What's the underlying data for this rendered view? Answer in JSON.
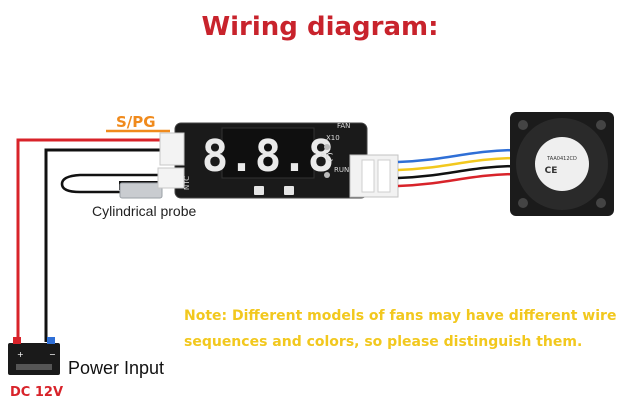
{
  "title": "Wiring diagram:",
  "labels": {
    "spg": "S/PG",
    "probe": "Cylindrical probe",
    "power_input": "Power Input",
    "dc": "DC 12V",
    "ntc": "NTC",
    "fan": "FAN",
    "run": "RUN",
    "x10": "X10",
    "display": "8.8.8",
    "celsius": "°C",
    "fan_text_1": "TAA0412CD",
    "fan_text_2": "CE"
  },
  "note": {
    "line1": "Note: Different models of fans may have different wire",
    "line2": "sequences and colors, so please distinguish them."
  },
  "colors": {
    "title": "#c8232c",
    "note": "#f2c81e",
    "wire_red": "#d8232a",
    "wire_black": "#111111",
    "wire_blue": "#2f6fd6",
    "wire_yellow": "#f2c81e",
    "wire_orange": "#f08a1c"
  }
}
